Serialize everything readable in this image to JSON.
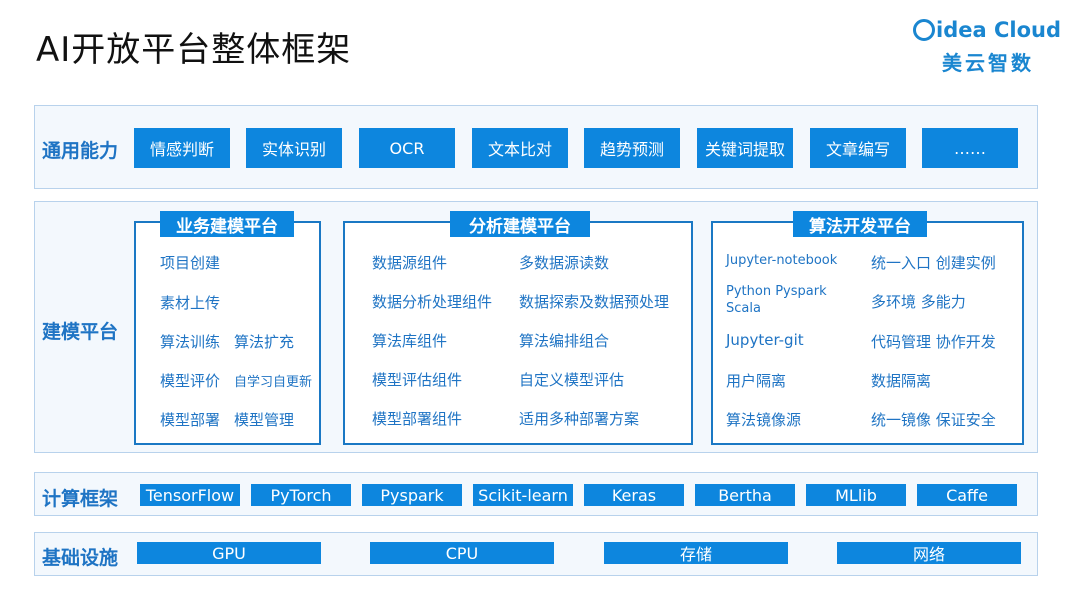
{
  "header": {
    "title": "AI开放平台整体框架",
    "logo_en_text": "idea Cloud",
    "logo_cn": "美云智数"
  },
  "general": {
    "label": "通用能力",
    "items": [
      "情感判断",
      "实体识别",
      "OCR",
      "文本比对",
      "趋势预测",
      "关键词提取",
      "文章编写",
      "……"
    ]
  },
  "modeling": {
    "label": "建模平台",
    "business": {
      "title": "业务建模平台",
      "items": [
        "项目创建",
        "素材上传",
        "算法训练",
        "算法扩充",
        "模型评价",
        "自学习自更新",
        "模型部署",
        "模型管理"
      ]
    },
    "analysis": {
      "title": "分析建模平台",
      "left": [
        "数据源组件",
        "数据分析处理组件",
        "算法库组件",
        "模型评估组件",
        "模型部署组件"
      ],
      "right": [
        "多数据源读数",
        "数据探索及数据预处理",
        "算法编排组合",
        "自定义模型评估",
        "适用多种部署方案"
      ]
    },
    "algorithm": {
      "title": "算法开发平台",
      "left": [
        "Jupyter-notebook",
        "Python Pyspark",
        "Scala",
        "Jupyter-git",
        "用户隔离",
        "算法镜像源"
      ],
      "right": [
        "统一入口 创建实例",
        "多环境 多能力",
        "代码管理 协作开发",
        "数据隔离",
        "统一镜像 保证安全"
      ]
    }
  },
  "frameworks": {
    "label": "计算框架",
    "items": [
      "TensorFlow",
      "PyTorch",
      "Pyspark",
      "Scikit-learn",
      "Keras",
      "Bertha",
      "MLlib",
      "Caffe"
    ]
  },
  "infra": {
    "label": "基础设施",
    "items": [
      "GPU",
      "CPU",
      "存储",
      "网络"
    ]
  },
  "colors": {
    "accent": "#0d86de",
    "label": "#1f74c4",
    "section_bg": "#f3f8fd",
    "section_border": "#b8d2ec"
  }
}
